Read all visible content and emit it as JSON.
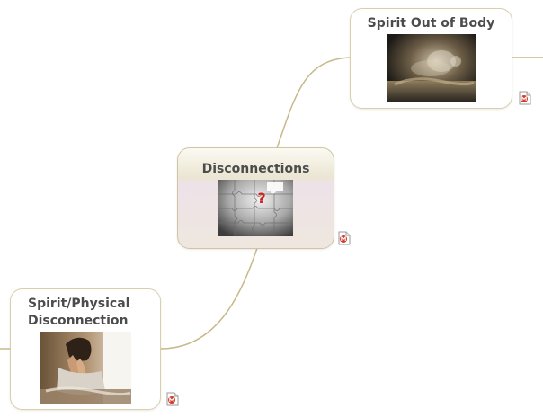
{
  "map": {
    "central": {
      "title": "Disconnections",
      "image": "puzzle-question-image"
    },
    "topics": [
      {
        "title": "Spirit Out of Body",
        "image": "spirit-rising-image"
      },
      {
        "title": "Spirit/Physical Disconnection",
        "image": "praying-person-image"
      }
    ]
  },
  "icons": {
    "attachment": "mindmap-note-icon"
  },
  "colors": {
    "connector": "#c8b88a",
    "node_border": "#d8cfad",
    "central_fill": "#efe7df",
    "title_text": "#4c4c4c",
    "question_mark": "#cc2222"
  }
}
